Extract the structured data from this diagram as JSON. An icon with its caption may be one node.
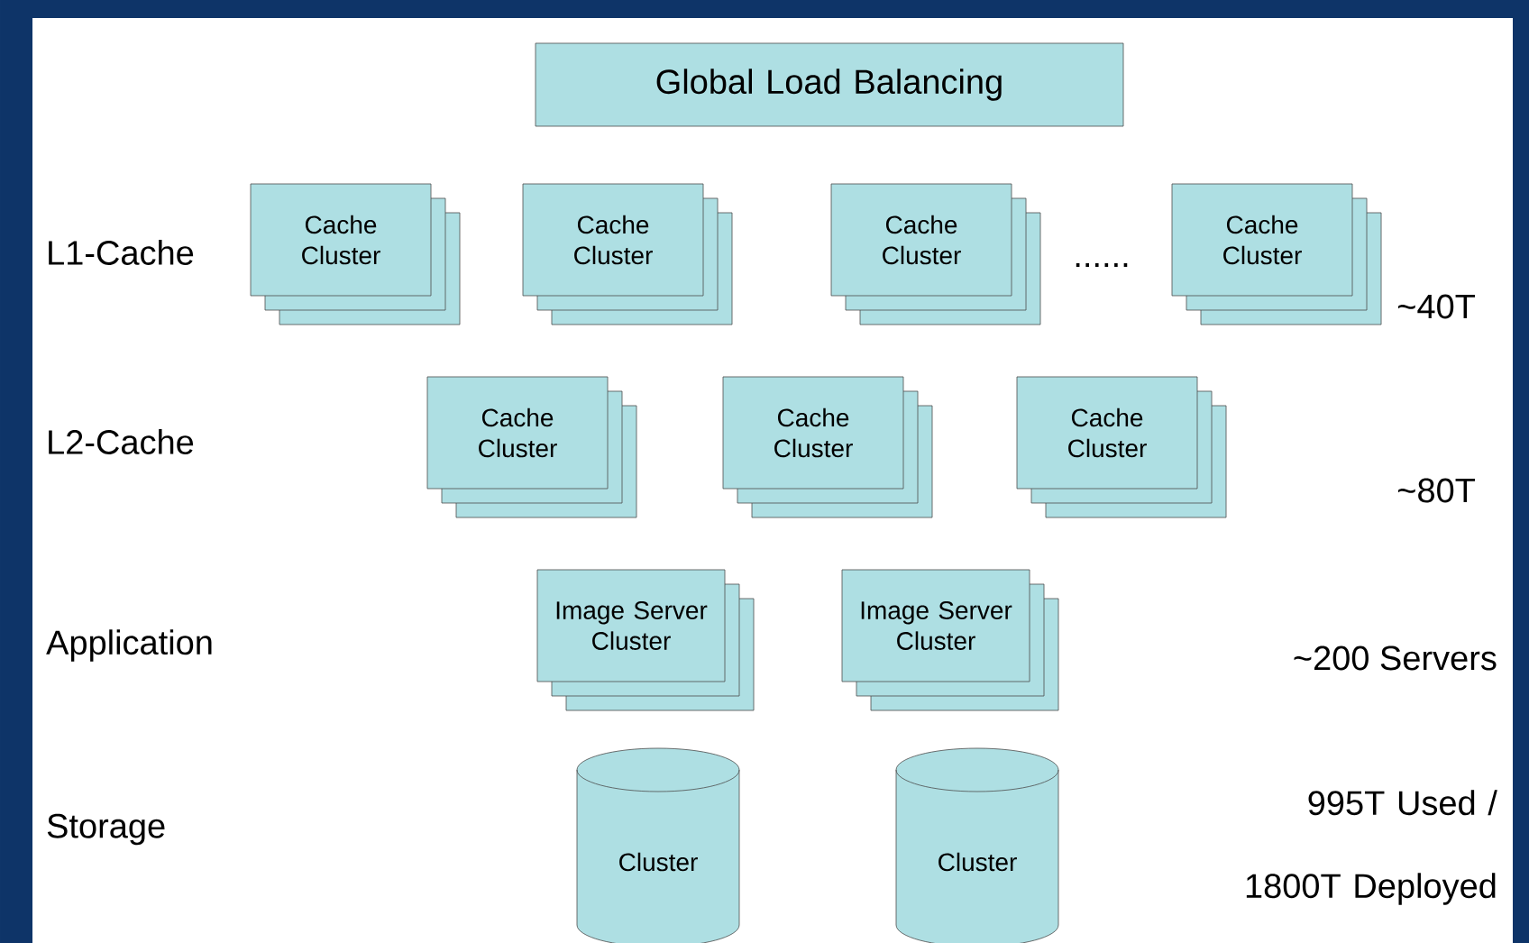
{
  "diagram": {
    "nodes": [
      {
        "text": [
          "Global Load Balancing"
        ]
      },
      {
        "text": [
          "Cache Cluster"
        ]
      },
      {
        "text": [
          "Cache Cluster"
        ]
      },
      {
        "text": [
          "Cache Cluster"
        ]
      },
      {
        "text": [
          "Cache Cluster"
        ]
      },
      {
        "text": [
          "Cache Cluster"
        ]
      },
      {
        "text": [
          "Cache Cluster"
        ]
      },
      {
        "text": [
          "Cache Cluster"
        ]
      },
      {
        "text": [
          "Image Server Cluster"
        ]
      },
      {
        "text": [
          "Image Server Cluster"
        ]
      },
      {
        "text": [
          "Cluster"
        ]
      },
      {
        "text": [
          "Cluster"
        ]
      }
    ],
    "labels": [
      "L1-Cache",
      "......",
      "~40T",
      "L2-Cache",
      "~80T",
      "Application",
      "~200 Servers",
      "Storage",
      "995T Used / 1800T Deployed"
    ]
  }
}
